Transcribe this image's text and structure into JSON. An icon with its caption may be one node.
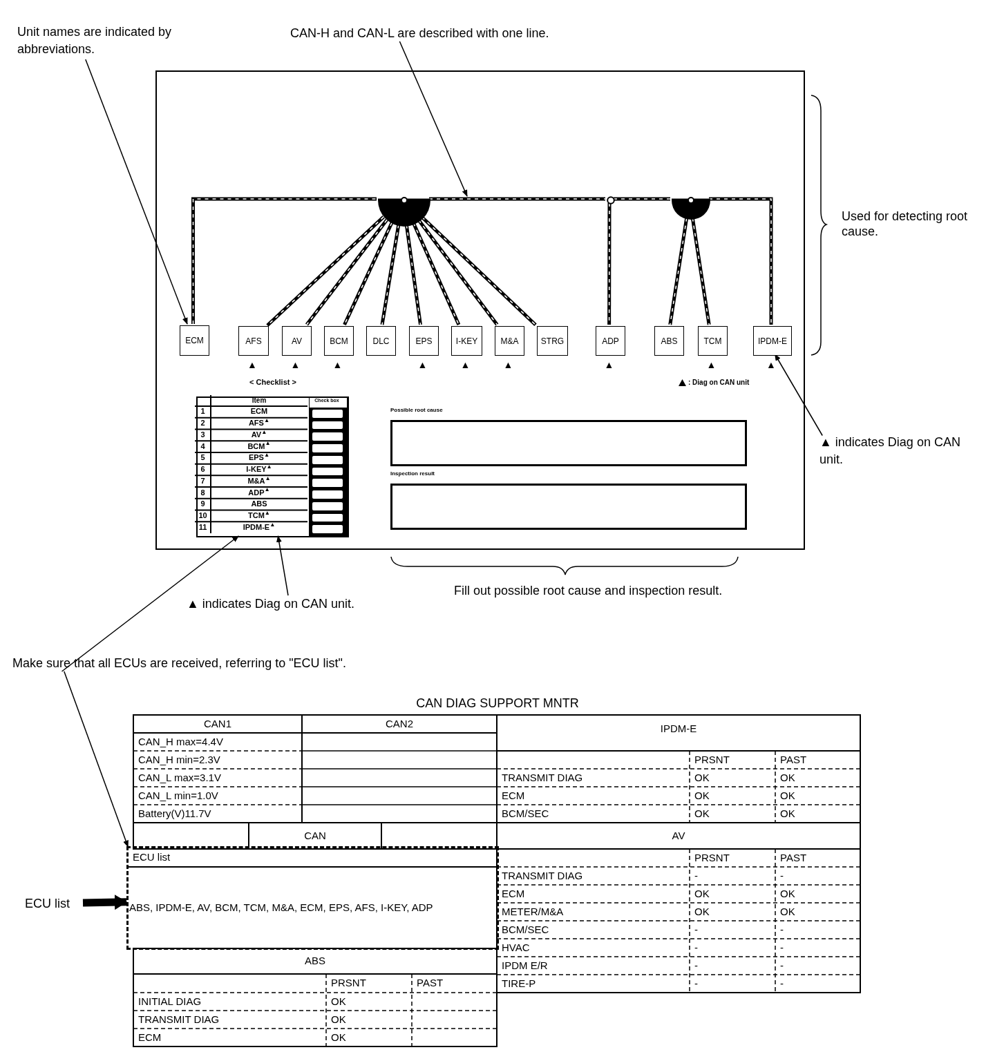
{
  "diagram": {
    "title": "CAN DIAG SUPPORT MNTR",
    "nodes": [
      {
        "text": [
          "Unit names are indicated by abbreviations."
        ]
      },
      {
        "text": [
          "CAN-H and CAN-L are described with one line."
        ]
      },
      {
        "text": [],
        "shape": "box"
      },
      {
        "text": [
          "ECM"
        ],
        "in": 2
      },
      {
        "text": [
          "AFS"
        ],
        "in": 2,
        "beside": [
          "▲"
        ]
      },
      {
        "text": [
          "AV"
        ],
        "in": 2,
        "beside": [
          "▲"
        ]
      },
      {
        "text": [
          "BCM"
        ],
        "in": 2,
        "beside": [
          "▲"
        ]
      },
      {
        "text": [
          "DLC"
        ],
        "in": 2
      },
      {
        "text": [
          "EPS"
        ],
        "in": 2,
        "beside": [
          "▲"
        ]
      },
      {
        "text": [
          "I-KEY"
        ],
        "in": 2,
        "beside": [
          "▲"
        ]
      },
      {
        "text": [
          "M&A"
        ],
        "in": 2,
        "beside": [
          "▲"
        ]
      },
      {
        "text": [
          "STRG"
        ],
        "in": 2
      },
      {
        "text": [
          "ADP"
        ],
        "in": 2,
        "beside": [
          "▲"
        ]
      },
      {
        "text": [
          "ABS"
        ],
        "in": 2
      },
      {
        "text": [
          "TCM"
        ],
        "in": 2,
        "beside": [
          "▲"
        ]
      },
      {
        "text": [
          "IPDM-E"
        ],
        "in": 2,
        "beside": [
          "▲"
        ]
      },
      {
        "text": [],
        "shape": "circle",
        "in": 2
      },
      {
        "text": [],
        "shape": "circle",
        "in": 2
      },
      {
        "text": [],
        "shape": "circle",
        "in": 2
      },
      {
        "text": [
          "Possible root cause"
        ],
        "in": 2
      },
      {
        "text": [
          "Inspection result"
        ],
        "in": 2
      },
      {
        "text": [
          "▲ indicates Diag on CAN unit."
        ]
      },
      {
        "text": [
          "▲ indicates Diag on CAN unit."
        ]
      },
      {
        "text": [
          "Make sure that all ECUs are received, referring to \"ECU list\"."
        ]
      },
      {
        "text": [
          "ECU list"
        ]
      },
      {
        "text": [
          "ECU list",
          "ABS, IPDM-E, AV, BCM, TCM, M&A, ECM, EPS, AFS, I-KEY, ADP"
        ]
      },
      {
        "text": [],
        "shape": "box",
        "in": 2
      }
    ],
    "edges": [
      {
        "from": 0,
        "to": 3,
        "arrow": "to"
      },
      {
        "from": 1,
        "to": null,
        "arrow": "to"
      },
      {
        "from": 3,
        "to": 16,
        "arrow": "none"
      },
      {
        "from": 16,
        "to": 4,
        "arrow": "none"
      },
      {
        "from": 16,
        "to": 5,
        "arrow": "none"
      },
      {
        "from": 16,
        "to": 6,
        "arrow": "none"
      },
      {
        "from": 16,
        "to": 7,
        "arrow": "none"
      },
      {
        "from": 16,
        "to": 8,
        "arrow": "none"
      },
      {
        "from": 16,
        "to": 9,
        "arrow": "none"
      },
      {
        "from": 16,
        "to": 10,
        "arrow": "none"
      },
      {
        "from": 16,
        "to": 11,
        "arrow": "none"
      },
      {
        "from": 16,
        "to": 17,
        "arrow": "none"
      },
      {
        "from": 17,
        "to": 12,
        "arrow": "none"
      },
      {
        "from": 17,
        "to": 18,
        "arrow": "none"
      },
      {
        "from": 18,
        "to": 13,
        "arrow": "none"
      },
      {
        "from": 18,
        "to": 14,
        "arrow": "none"
      },
      {
        "from": 18,
        "to": 15,
        "arrow": "none"
      },
      {
        "from": 21,
        "to": 15,
        "arrow": "to"
      },
      {
        "from": 22,
        "to": 26,
        "arrow": "to"
      },
      {
        "from": 23,
        "to": 26,
        "arrow": "to"
      },
      {
        "from": 23,
        "to": 25,
        "arrow": "to"
      },
      {
        "from": 24,
        "to": 25,
        "arrow": "to",
        "style": "thick"
      }
    ],
    "labels": [
      "< Checklist >",
      "Item",
      "Check box",
      "1",
      "ECM",
      "2",
      "AFS$^{▲}$",
      "3",
      "AV$^{▲}$",
      "4",
      "BCM$^{▲}$",
      "5",
      "EPS$^{▲}$",
      "6",
      "I-KEY$^{▲}$",
      "7",
      "M&A$^{▲}$",
      "8",
      "ADP$^{▲}$",
      "9",
      "ABS",
      "10",
      "TCM$^{▲}$",
      "11",
      "IPDM-E$^{▲}$",
      "Used for detecting root cause.",
      "Fill out possible root cause and inspection result.",
      "CAN1",
      "CAN2",
      "CAN_H max=4.4V",
      "CAN_H min=2.3V",
      "CAN_L max=3.1V",
      "CAN_L min=1.0V",
      "Battery(V)11.7V",
      "CAN",
      "ABS",
      "PRSNT",
      "PAST",
      "INITIAL DIAG",
      "OK",
      "TRANSMIT DIAG",
      "OK",
      "ECM",
      "OK",
      "IPDM-E",
      "PRSNT",
      "PAST",
      "TRANSMIT DIAG",
      "OK",
      "OK",
      "ECM",
      "OK",
      "OK",
      "BCM/SEC",
      "OK",
      "OK",
      "AV",
      "PRSNT",
      "PAST",
      "TRANSMIT DIAG",
      "-",
      "-",
      "ECM",
      "OK",
      "OK",
      "METER/M&A",
      "OK",
      "OK",
      "BCM/SEC",
      "-",
      "-",
      "HVAC",
      "-",
      "-",
      "IPDM E/R",
      "-",
      "-",
      "TIRE-P",
      "-",
      "-"
    ],
    "legend": [
      {
        "text": ": Diag on CAN unit"
      }
    ]
  }
}
